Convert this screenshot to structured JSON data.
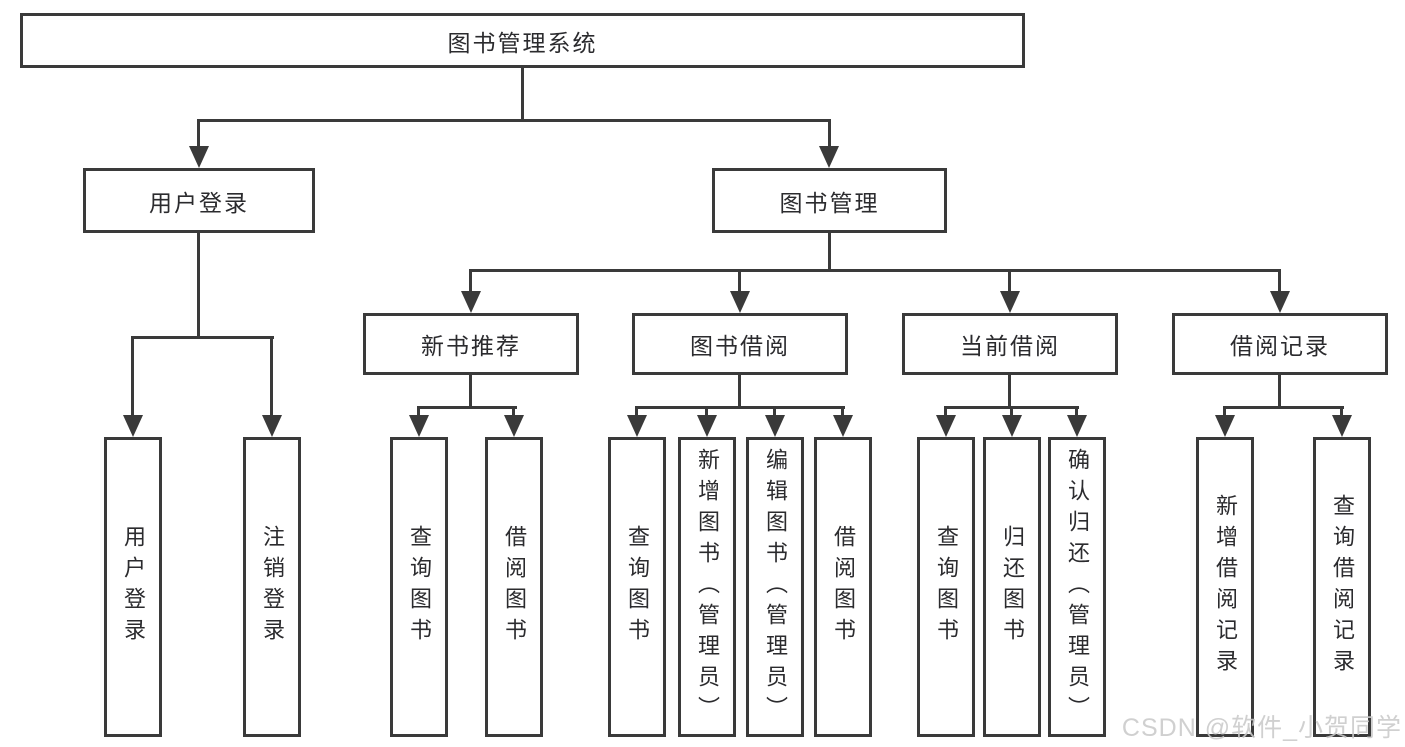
{
  "tree": {
    "root": {
      "label": "图书管理系统"
    },
    "branches": [
      {
        "label": "用户登录",
        "children": [
          "用户登录",
          "注销登录"
        ]
      },
      {
        "label": "图书管理",
        "groups": [
          {
            "label": "新书推荐",
            "children": [
              "查询图书",
              "借阅图书"
            ]
          },
          {
            "label": "图书借阅",
            "children": [
              "查询图书",
              "新增图书（管理员）",
              "编辑图书（管理员）",
              "借阅图书"
            ]
          },
          {
            "label": "当前借阅",
            "children": [
              "查询图书",
              "归还图书",
              "确认归还（管理员）"
            ]
          },
          {
            "label": "借阅记录",
            "children": [
              "新增借阅记录",
              "查询借阅记录"
            ]
          }
        ]
      }
    ]
  },
  "watermark": "CSDN @软件_小贺同学",
  "colors": {
    "line": "#3a3a3a",
    "text": "#2b2b2e",
    "background": "#ffffff",
    "watermark": "#c9c9c9"
  }
}
